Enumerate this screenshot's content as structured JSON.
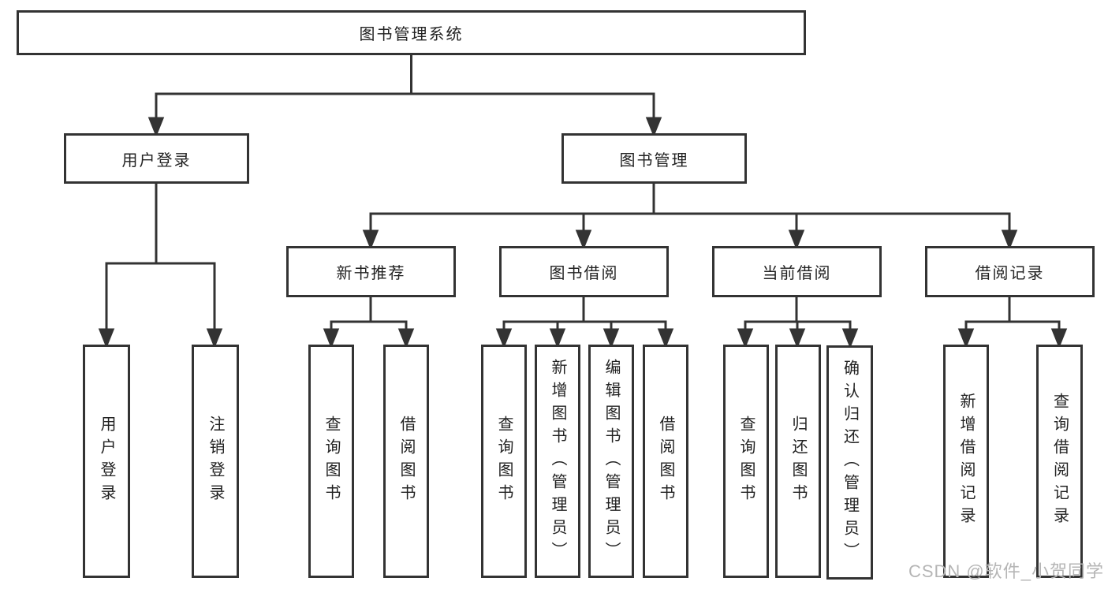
{
  "diagram": {
    "type": "tree-diagram",
    "colors": {
      "line": "#333333",
      "box_border": "#333333",
      "text": "#222222",
      "watermark": "#b5b5b5",
      "background": "#ffffff"
    },
    "watermark": "CSDN @软件_小贺同学",
    "tree": {
      "label": "图书管理系统",
      "children": [
        {
          "label": "用户登录",
          "children": [
            {
              "label": "用户登录"
            },
            {
              "label": "注销登录"
            }
          ]
        },
        {
          "label": "图书管理",
          "children": [
            {
              "label": "新书推荐",
              "children": [
                {
                  "label": "查询图书"
                },
                {
                  "label": "借阅图书"
                }
              ]
            },
            {
              "label": "图书借阅",
              "children": [
                {
                  "label": "查询图书"
                },
                {
                  "label": "新增图书（管理员）"
                },
                {
                  "label": "编辑图书（管理员）"
                },
                {
                  "label": "借阅图书"
                }
              ]
            },
            {
              "label": "当前借阅",
              "children": [
                {
                  "label": "查询图书"
                },
                {
                  "label": "归还图书"
                },
                {
                  "label": "确认归还（管理员）"
                }
              ]
            },
            {
              "label": "借阅记录",
              "children": [
                {
                  "label": "新增借阅记录"
                },
                {
                  "label": "查询借阅记录"
                }
              ]
            }
          ]
        }
      ]
    }
  }
}
